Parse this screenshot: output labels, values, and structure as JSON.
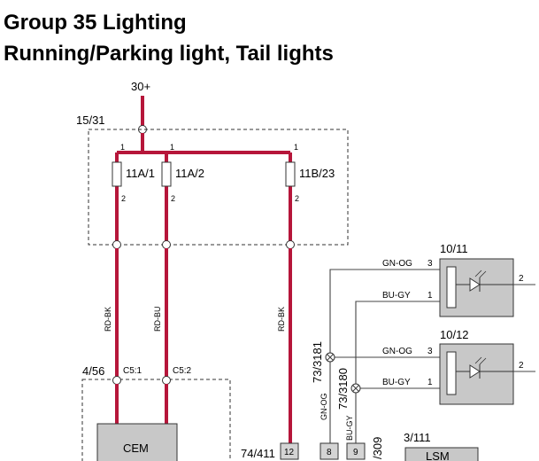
{
  "title": {
    "line1": "Group 35 Lighting",
    "line2": "Running/Parking light, Tail lights"
  },
  "diagram": {
    "supply": "30+",
    "fusebox": "15/31",
    "fuses": [
      {
        "label": "11A/1",
        "pin_in": "1",
        "pin_out": "2"
      },
      {
        "label": "11A/2",
        "pin_in": "1",
        "pin_out": "2"
      },
      {
        "label": "11B/23",
        "pin_in": "1",
        "pin_out": "2"
      }
    ],
    "wire_colors": {
      "w1": "RD-BK",
      "w2": "RD-BU",
      "w3": "RD-BK"
    },
    "module_cem": {
      "ref": "4/56",
      "name": "CEM",
      "pins": [
        "C5:1",
        "C5:2"
      ]
    },
    "connector_74": {
      "ref": "74/411",
      "pin": "12"
    },
    "lamp_1": {
      "ref": "10/11",
      "wire_top": "GN-OG",
      "pin_top": "3",
      "wire_bottom": "BU-GY",
      "pin_bottom": "1",
      "pin_out": "2"
    },
    "lamp_2": {
      "ref": "10/12",
      "wire_top": "GN-OG",
      "pin_top": "3",
      "wire_bottom": "BU-GY",
      "pin_bottom": "1",
      "pin_out": "2"
    },
    "splices": [
      "73/3181",
      "73/3180"
    ],
    "vertical_wires": [
      "GN-OG",
      "BU-GY"
    ],
    "connector_pins": [
      "8",
      "9"
    ],
    "partial_ref": "/309",
    "lsm": {
      "ref": "3/111",
      "name": "LSM"
    }
  },
  "colors": {
    "power_wire": "#b6163a",
    "module_fill": "#c8c8c8"
  }
}
